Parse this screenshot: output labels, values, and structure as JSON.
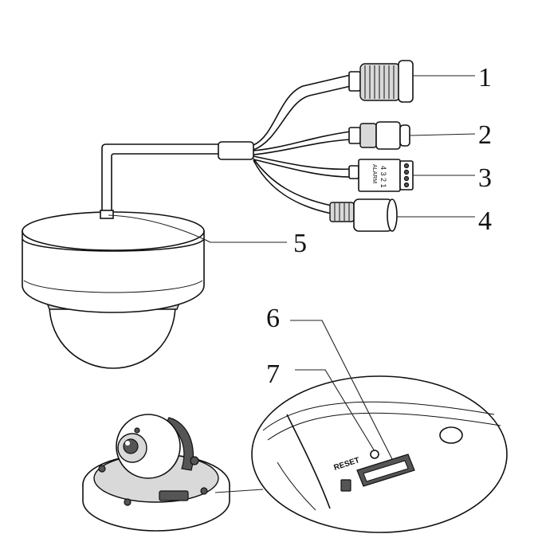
{
  "callouts": [
    {
      "id": "1",
      "label": "1"
    },
    {
      "id": "2",
      "label": "2"
    },
    {
      "id": "3",
      "label": "3"
    },
    {
      "id": "4",
      "label": "4"
    },
    {
      "id": "5",
      "label": "5"
    },
    {
      "id": "6",
      "label": "6"
    },
    {
      "id": "7",
      "label": "7"
    }
  ],
  "terminal": {
    "title": "ALARM",
    "pins": "4 3 2 1"
  },
  "slot": {
    "reset_label": "RESET"
  }
}
